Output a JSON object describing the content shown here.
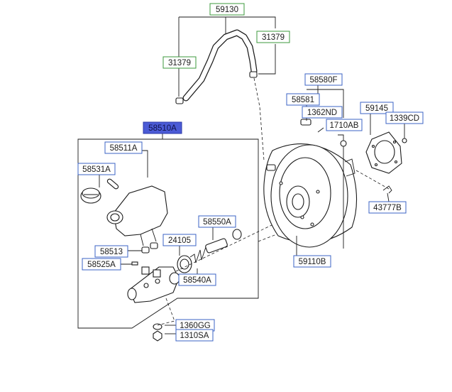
{
  "labels": {
    "p59130": "59130",
    "p31379_left": "31379",
    "p31379_right": "31379",
    "p58580F": "58580F",
    "p58581": "58581",
    "p1362ND": "1362ND",
    "p1710AB": "1710AB",
    "p59145": "59145",
    "p1339CD": "1339CD",
    "p43777B": "43777B",
    "p58510A": "58510A",
    "p58511A": "58511A",
    "p58531A": "58531A",
    "p58550A": "58550A",
    "p24105": "24105",
    "p58513": "58513",
    "p58525A": "58525A",
    "p58540A": "58540A",
    "p59110B": "59110B",
    "p1360GG": "1360GG",
    "p1310SA": "1310SA"
  },
  "colors": {
    "label_border_blue": "#3b63c4",
    "label_border_green": "#3c9a3c",
    "selected_label_fill": "#4b5bd6",
    "line": "#1a1a1a"
  }
}
